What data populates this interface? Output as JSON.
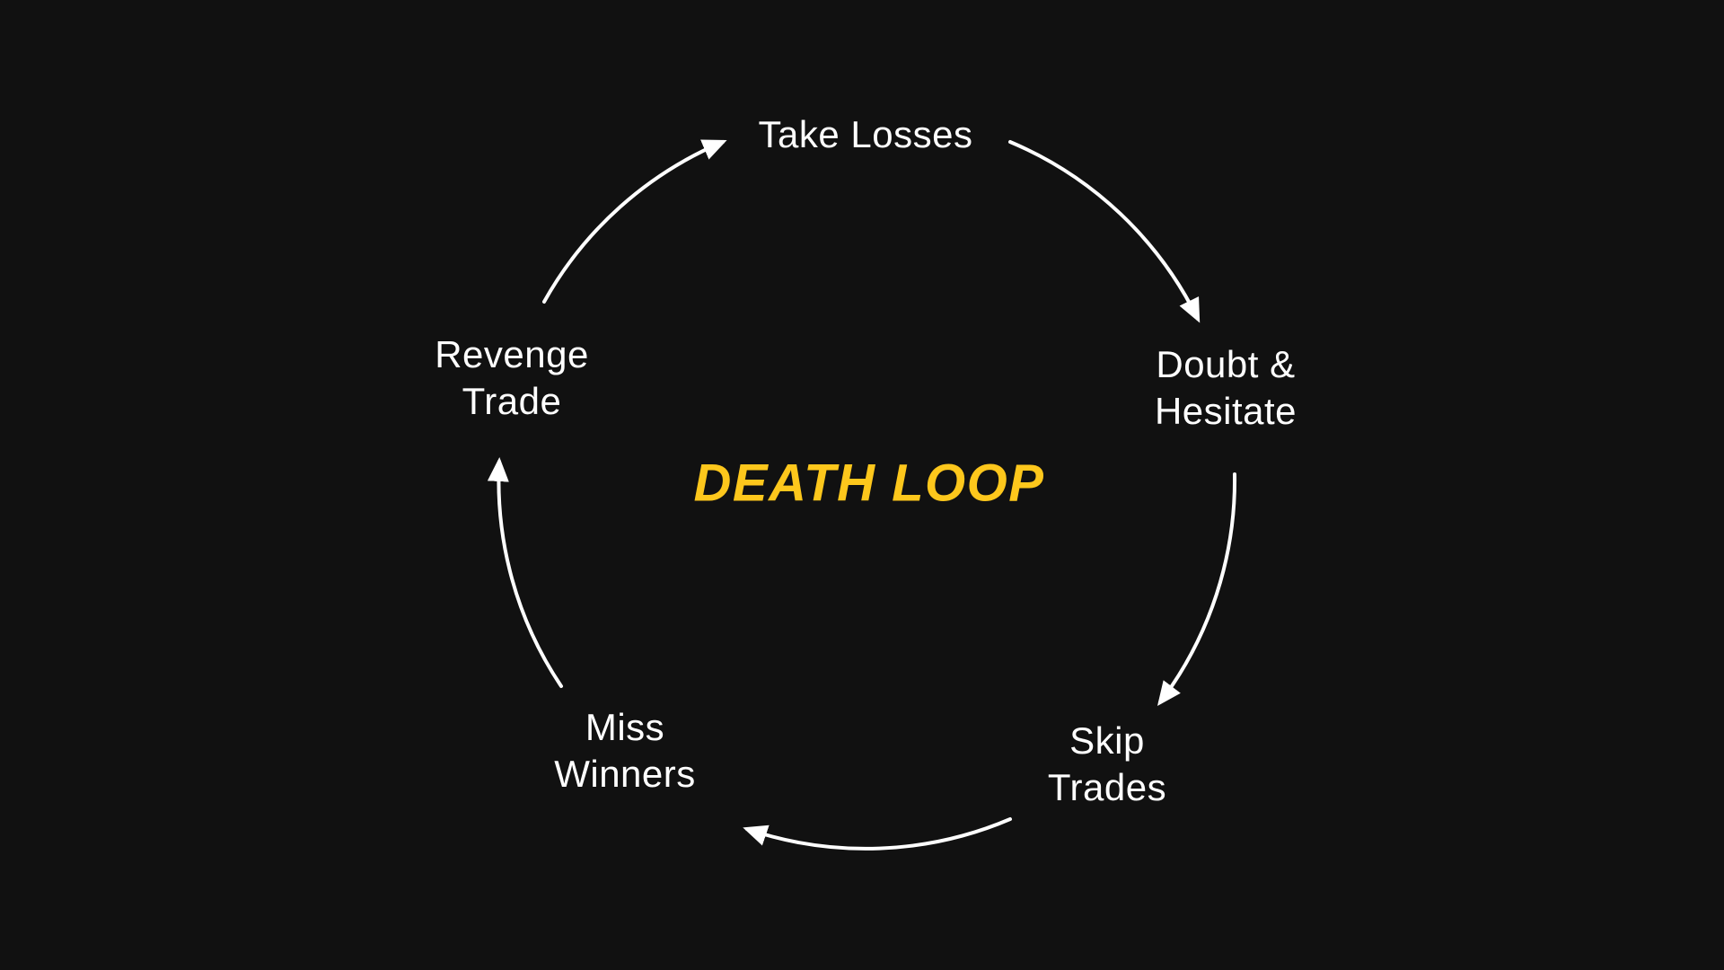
{
  "diagram": {
    "title": {
      "text": "DEATH LOOP",
      "color": "#FDC71C"
    },
    "nodes": [
      {
        "id": "take-losses",
        "label": "Take Losses"
      },
      {
        "id": "doubt-hesitate",
        "label": "Doubt &\nHesitate"
      },
      {
        "id": "skip-trades",
        "label": "Skip\nTrades"
      },
      {
        "id": "miss-winners",
        "label": "Miss\nWinners"
      },
      {
        "id": "revenge-trade",
        "label": "Revenge\nTrade"
      }
    ],
    "flow_order": [
      "Take Losses",
      "Doubt & Hesitate",
      "Skip Trades",
      "Miss Winners",
      "Revenge Trade"
    ],
    "direction": "clockwise"
  },
  "colors": {
    "background": "#111111",
    "label_text": "#ffffff",
    "arrow": "#ffffff",
    "accent": "#FDC71C"
  }
}
